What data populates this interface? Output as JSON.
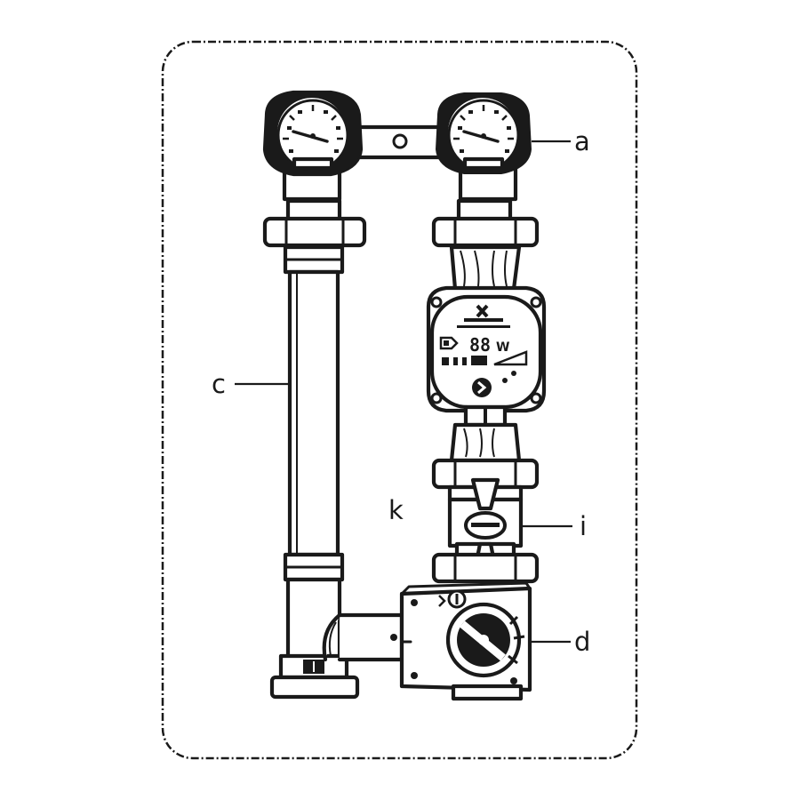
{
  "labels": {
    "a": "a",
    "c": "c",
    "k": "k",
    "i": "i",
    "d": "d"
  },
  "pump": {
    "display_digits": "88",
    "display_unit": "W"
  },
  "colors": {
    "line": "#1a1a1a",
    "background": "#ffffff"
  }
}
